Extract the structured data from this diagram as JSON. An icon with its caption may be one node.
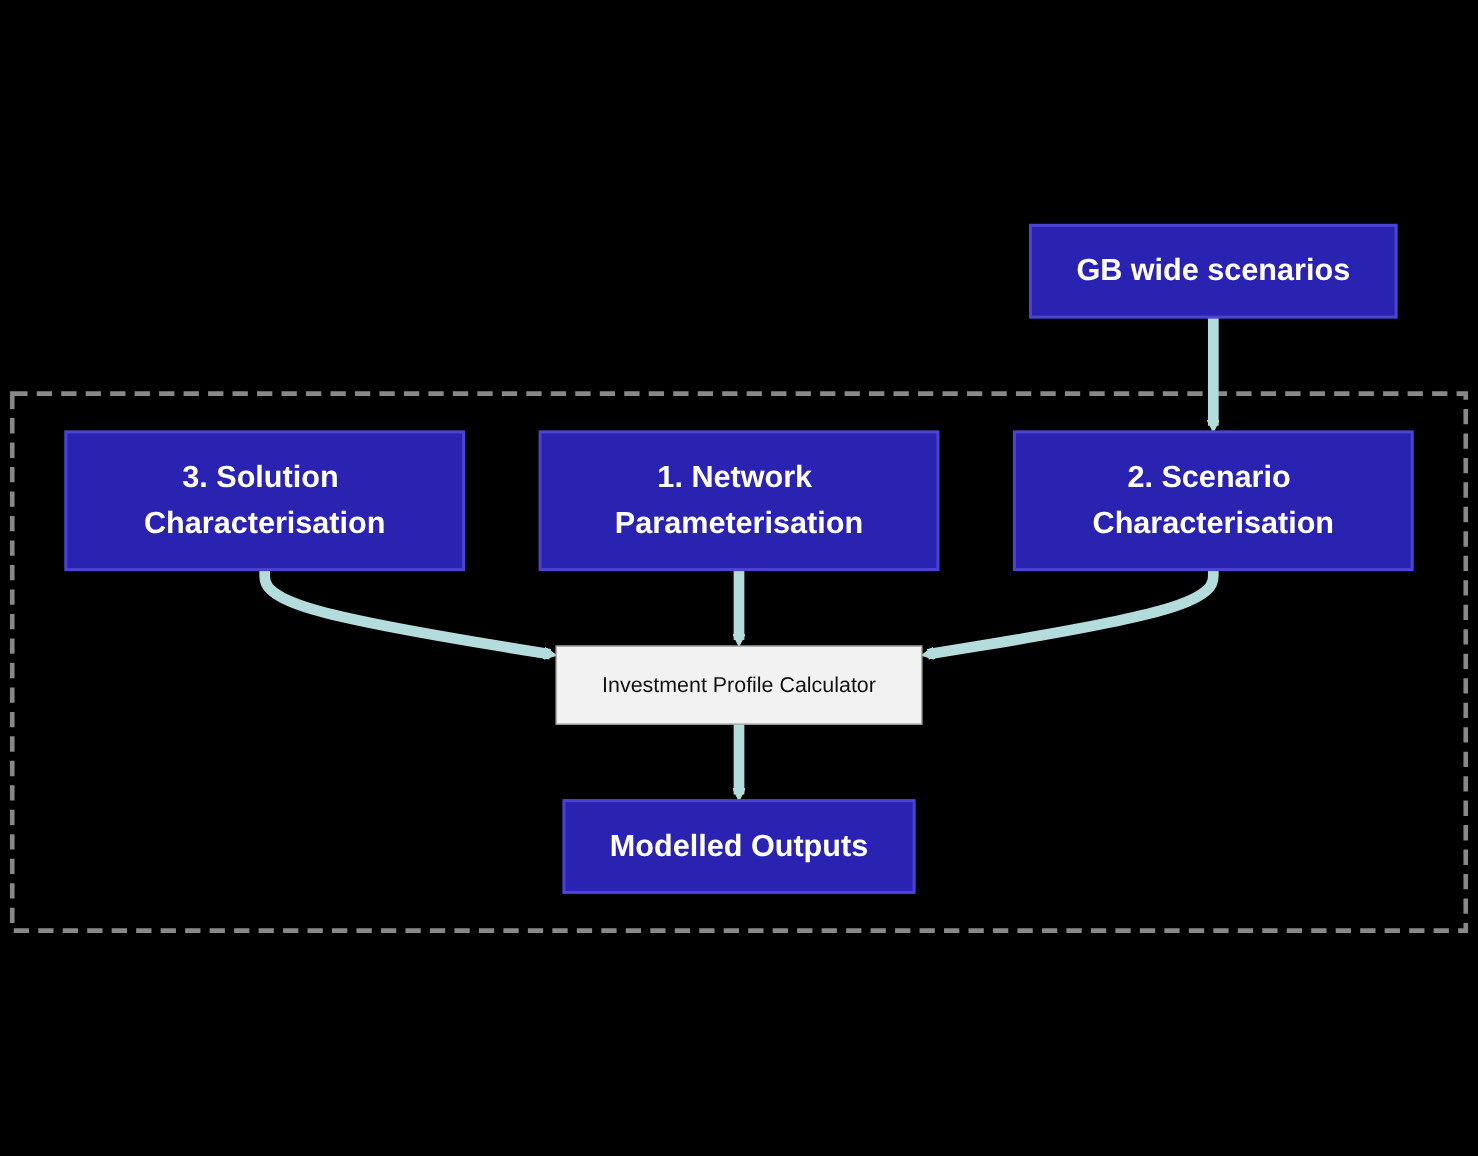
{
  "diagram": {
    "nodes": [
      {
        "text": [],
        "shape": "box"
      },
      {
        "text": [
          "3. Solution Characterisation"
        ],
        "in": 0
      },
      {
        "text": [
          "1. Network Parameterisation"
        ],
        "in": 0
      },
      {
        "text": [
          "Investment Profile Calculator"
        ],
        "in": 0
      },
      {
        "text": [
          "Modelled Outputs"
        ],
        "in": 0
      },
      {
        "text": [
          "2. Scenario Characterisation"
        ],
        "in": 0
      },
      {
        "text": [
          "GB wide scenarios"
        ]
      }
    ],
    "edges": [
      {
        "from": 1,
        "to": 3,
        "arrow": "to"
      },
      {
        "from": 2,
        "to": 3,
        "arrow": "to"
      },
      {
        "from": 3,
        "to": 4,
        "arrow": "to"
      },
      {
        "from": 5,
        "to": 3,
        "arrow": "to"
      },
      {
        "from": 6,
        "to": 5,
        "arrow": "to"
      }
    ]
  }
}
